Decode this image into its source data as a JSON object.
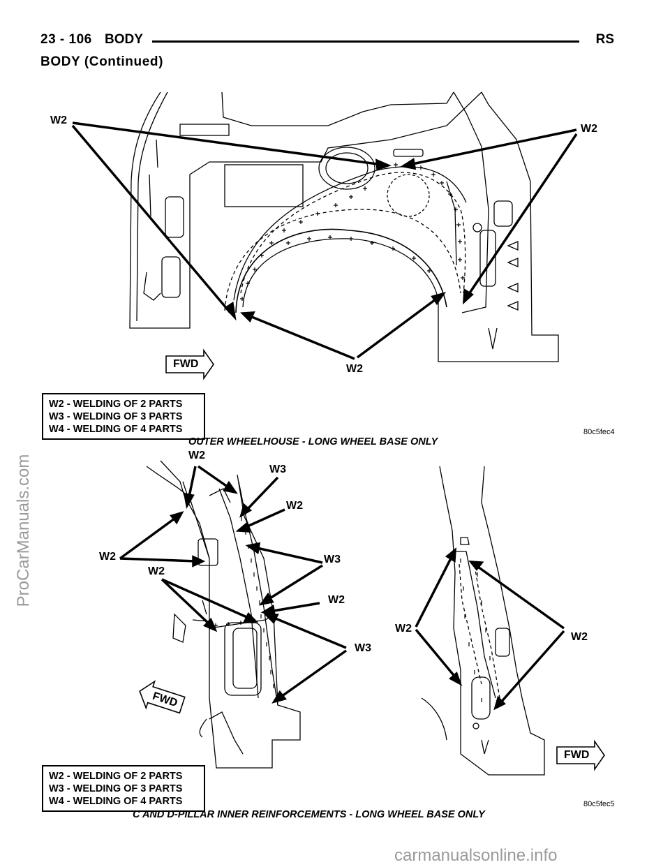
{
  "header": {
    "page_number": "23 - 106",
    "section": "BODY",
    "model_code": "RS"
  },
  "continued_heading": "BODY (Continued)",
  "figure1": {
    "callouts": [
      "W2",
      "W2",
      "W2"
    ],
    "fwd_label": "FWD",
    "legend": [
      "W2 - WELDING OF 2 PARTS",
      "W3 - WELDING OF 3 PARTS",
      "W4 - WELDING OF 4 PARTS"
    ],
    "image_code": "80c5fec4",
    "caption": "OUTER WHEELHOUSE - LONG WHEEL BASE ONLY"
  },
  "figure2": {
    "callouts": [
      "W2",
      "W3",
      "W2",
      "W2",
      "W3",
      "W2",
      "W2",
      "W3",
      "W2",
      "W2"
    ],
    "fwd_label_left": "FWD",
    "fwd_label_right": "FWD",
    "legend": [
      "W2 - WELDING OF 2 PARTS",
      "W3 - WELDING OF 3 PARTS",
      "W4 - WELDING OF 4 PARTS"
    ],
    "image_code": "80c5fec5",
    "caption": "C AND D-PILLAR INNER REINFORCEMENTS - LONG WHEEL BASE ONLY"
  },
  "watermarks": {
    "side": "ProCarManuals.com",
    "footer": "carmanualsonline.info"
  }
}
